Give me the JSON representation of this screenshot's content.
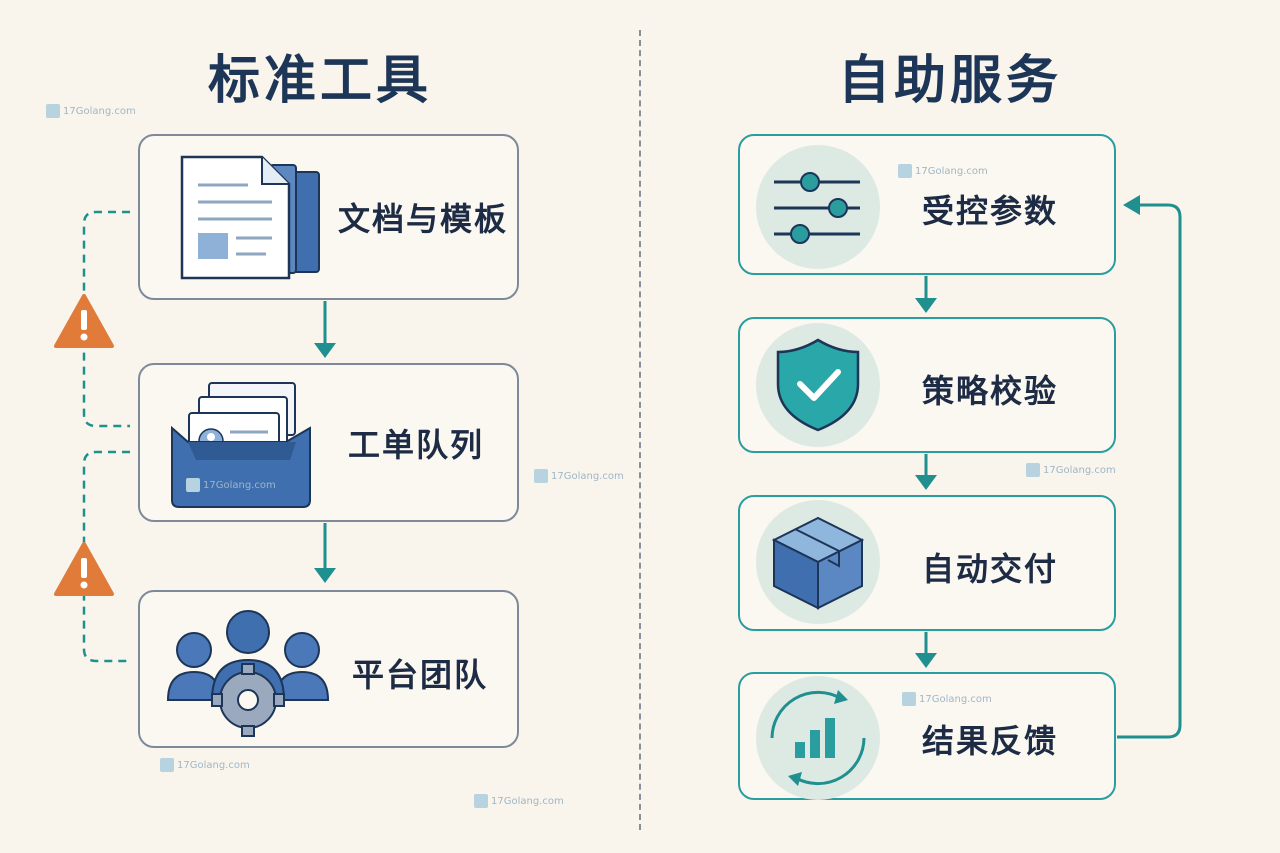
{
  "left_title": "标准工具",
  "right_title": "自助服务",
  "left_items": [
    {
      "label": "文档与模板",
      "icon": "document-stack-icon"
    },
    {
      "label": "工单队列",
      "icon": "ticket-inbox-icon"
    },
    {
      "label": "平台团队",
      "icon": "team-gear-icon"
    }
  ],
  "right_items": [
    {
      "label": "受控参数",
      "icon": "sliders-icon"
    },
    {
      "label": "策略校验",
      "icon": "shield-check-icon"
    },
    {
      "label": "自动交付",
      "icon": "package-box-icon"
    },
    {
      "label": "结果反馈",
      "icon": "feedback-cycle-icon"
    }
  ],
  "watermark": "17Golang.com",
  "colors": {
    "background": "#f9f5ec",
    "title": "#1d3557",
    "left_border": "#7e8a9a",
    "right_border": "#2a9d9f",
    "arrow": "#1f8f8f",
    "warning": "#e07b39",
    "icon_blue": "#3f6fae"
  }
}
